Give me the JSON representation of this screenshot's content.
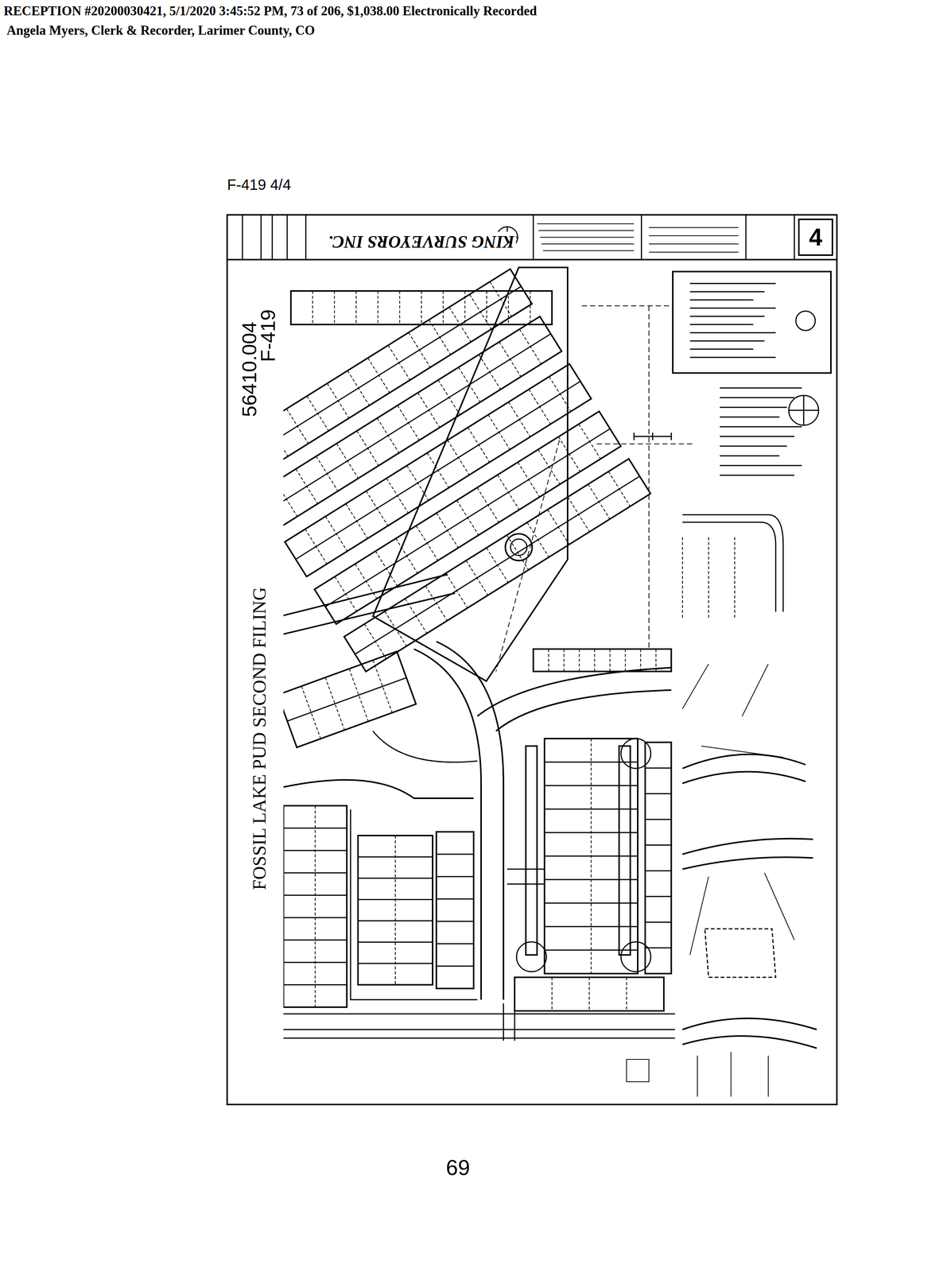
{
  "diagram": {
    "title": "FOSSIL LAKE PUD SECOND FILING",
    "nodes": [
      {
        "text": [
          "4"
        ]
      }
    ],
    "labels": [
      "RECEPTION #20200030421, 5/1/2020 3:45:52 PM, 73 of 206, $1,038.00 Electronically Recorded",
      "Angela Myers, Clerk & Recorder, Larimer County, CO",
      "F-419 4/4",
      "KING SURVEYORS INC.",
      "56410.004",
      "F-419",
      "69"
    ]
  }
}
